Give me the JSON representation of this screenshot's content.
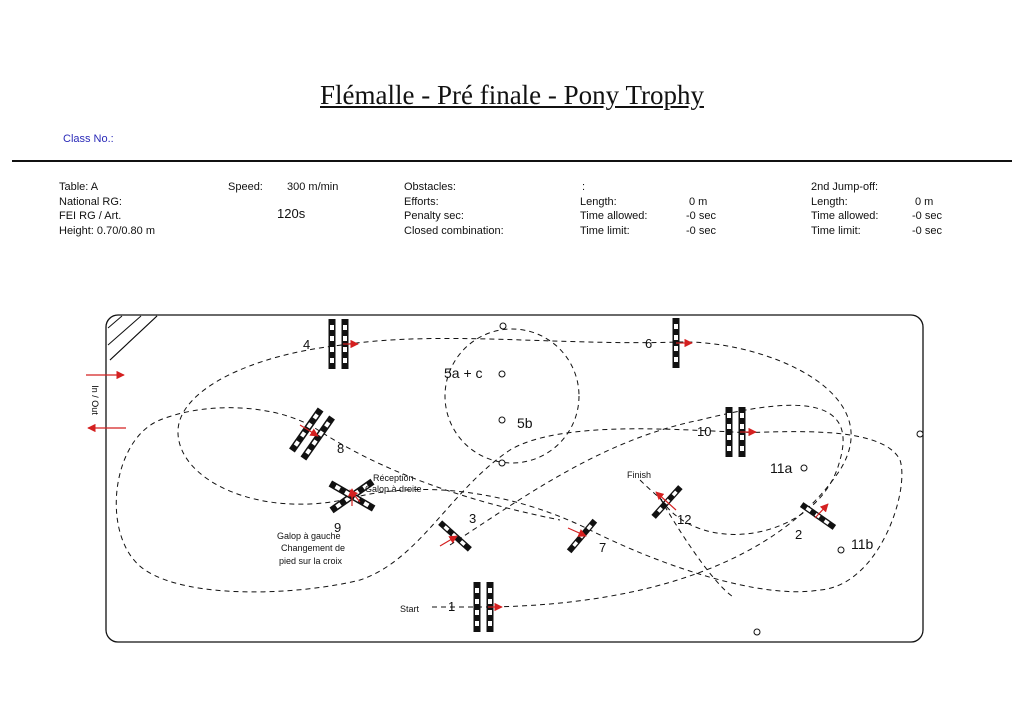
{
  "title": "Flémalle - Pré finale - Pony Trophy",
  "class_label": "Class No.:",
  "info": {
    "table": "Table: A",
    "national_rg": "National RG:",
    "fei_rg": "FEI RG / Art.",
    "height": "Height: 0.70/0.80 m",
    "speed_label": "Speed:",
    "speed_value": "300 m/min",
    "time_value": "120s",
    "obstacles": "Obstacles:",
    "efforts": "Efforts:",
    "penalty": "Penalty sec:",
    "closed_combination": "Closed combination:",
    "colon": ":",
    "length_label": "Length:",
    "length_value": "0 m",
    "time_allowed_label": "Time allowed:",
    "time_allowed_value": "-0 sec",
    "time_limit_label": "Time limit:",
    "time_limit_value": "-0 sec",
    "jumpoff_label": "2nd Jump-off:",
    "jo_length_label": "Length:",
    "jo_length_value": "0 m",
    "jo_time_allowed_label": "Time allowed:",
    "jo_time_allowed_value": "-0 sec",
    "jo_time_limit_label": "Time limit:",
    "jo_time_limit_value": "-0 sec"
  },
  "course": {
    "in_out": "In / Out",
    "start": "Start",
    "finish": "Finish",
    "reception_1": "Réception",
    "reception_2": "Galop à droite",
    "galop_1": "Galop à gauche",
    "galop_2": "Changement de",
    "galop_3": "pied sur la croix",
    "obstacles": [
      "1",
      "2",
      "3",
      "4",
      "5a + c",
      "5b",
      "6",
      "7",
      "8",
      "9",
      "10",
      "11a",
      "11b",
      "12"
    ]
  },
  "colors": {
    "arrow": "#d42020",
    "ink": "#111111",
    "class_label": "#2a2ab8"
  }
}
